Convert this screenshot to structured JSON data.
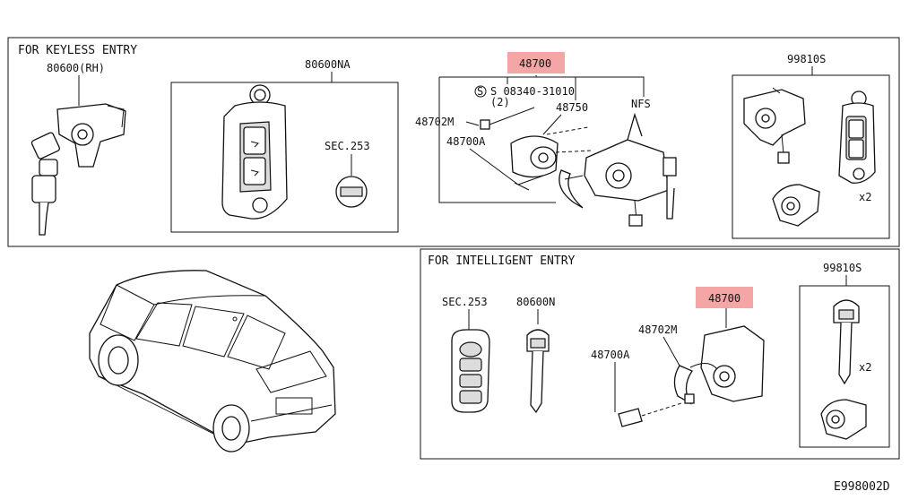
{
  "sections": {
    "keyless": "FOR KEYLESS ENTRY",
    "intelligent": "FOR INTELLIGENT ENTRY"
  },
  "keyless_parts": {
    "key_cylinder_rh": "80600(RH)",
    "key_fob_kit": "80600NA",
    "sec_253": "SEC.253",
    "steering_lock": "48700",
    "bolt_ref": "S 08340-31010",
    "bolt_qty": "(2)",
    "lock_bracket": "48702M",
    "ring": "48750",
    "bolt": "48700A",
    "nfs": "NFS",
    "cylinder_set": "99810S",
    "qty": "x2"
  },
  "intelligent_parts": {
    "sec_253": "SEC.253",
    "key": "80600N",
    "cylinder_set": "99810S",
    "steering_lock": "48700",
    "lock_bracket": "48702M",
    "bolt": "48700A",
    "qty": "x2"
  },
  "footer": {
    "diagram_code": "E998002D"
  },
  "colors": {
    "highlight": "#f4a6a6",
    "line": "#111111"
  }
}
